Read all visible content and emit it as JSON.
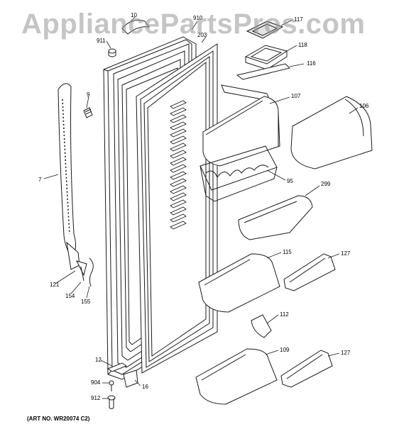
{
  "watermark": "AppliancePartsPros.com",
  "art_number": "(ART NO. WR20074 C2)",
  "callouts": {
    "c10": "10",
    "c910": "910",
    "c203": "203",
    "c911": "911",
    "c117": "117",
    "c118": "118",
    "c116": "116",
    "c107": "107",
    "c106": "106",
    "c9": "9",
    "c7": "7",
    "c95": "95",
    "c299": "299",
    "c115": "115",
    "c127a": "127",
    "c121": "121",
    "c154": "154",
    "c155": "155",
    "c112": "112",
    "c12": "12",
    "c109": "109",
    "c127b": "127",
    "c904": "904",
    "c16": "16",
    "c912": "912"
  },
  "colors": {
    "line": "#1a1a1a",
    "watermark": "#999999",
    "fill": "#ffffff",
    "shade": "#d9d9d9"
  }
}
